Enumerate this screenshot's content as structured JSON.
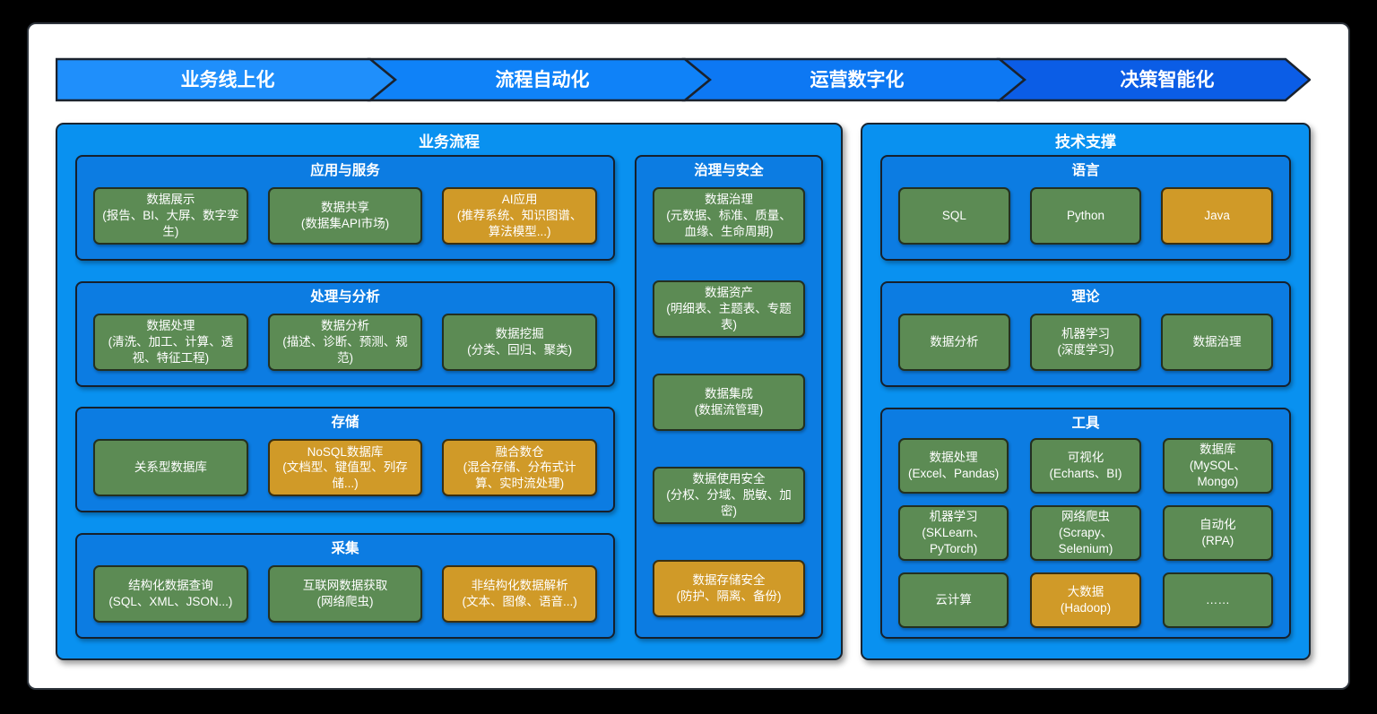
{
  "banner": {
    "stages": [
      {
        "label": "业务线上化"
      },
      {
        "label": "流程自动化"
      },
      {
        "label": "运营数字化"
      },
      {
        "label": "决策智能化"
      }
    ]
  },
  "colors": {
    "chevron": [
      "#1f8ffb",
      "#0f82f8",
      "#0d78f3",
      "#0b5de6"
    ],
    "panel_blue": "#0991f0",
    "section_blue": "#0c7ce2",
    "box_green": "#5c8b54",
    "box_orange": "#d09a28"
  },
  "left": {
    "title": "业务流程",
    "sections": [
      {
        "title": "应用与服务",
        "items": [
          {
            "title": "数据展示",
            "sub": "(报告、BI、大屏、数字孪生)"
          },
          {
            "title": "数据共享",
            "sub": "(数据集API市场)"
          },
          {
            "title": "AI应用",
            "sub": "(推荐系统、知识图谱、算法模型...)"
          }
        ]
      },
      {
        "title": "处理与分析",
        "items": [
          {
            "title": "数据处理",
            "sub": "(清洗、加工、计算、透视、特征工程)"
          },
          {
            "title": "数据分析",
            "sub": "(描述、诊断、预测、规范)"
          },
          {
            "title": "数据挖掘",
            "sub": "(分类、回归、聚类)"
          }
        ]
      },
      {
        "title": "存储",
        "items": [
          {
            "title": "关系型数据库"
          },
          {
            "title": "NoSQL数据库",
            "sub": "(文档型、键值型、列存储...)"
          },
          {
            "title": "融合数仓",
            "sub": "(混合存储、分布式计算、实时流处理)"
          }
        ]
      },
      {
        "title": "采集",
        "items": [
          {
            "title": "结构化数据查询",
            "sub": "(SQL、XML、JSON...)"
          },
          {
            "title": "互联网数据获取",
            "sub": "(网络爬虫)"
          },
          {
            "title": "非结构化数据解析",
            "sub": "(文本、图像、语音...)"
          }
        ]
      }
    ],
    "gov": {
      "title": "治理与安全",
      "items": [
        {
          "title": "数据治理",
          "sub": "(元数据、标准、质量、血缘、生命周期)"
        },
        {
          "title": "数据资产",
          "sub": "(明细表、主题表、专题表)"
        },
        {
          "title": "数据集成",
          "sub": "(数据流管理)"
        },
        {
          "title": "数据使用安全",
          "sub": "(分权、分域、脱敏、加密)"
        },
        {
          "title": "数据存储安全",
          "sub": "(防护、隔离、备份)"
        }
      ]
    }
  },
  "right": {
    "title": "技术支撑",
    "sections": [
      {
        "title": "语言",
        "items": [
          {
            "title": "SQL"
          },
          {
            "title": "Python"
          },
          {
            "title": "Java"
          }
        ]
      },
      {
        "title": "理论",
        "items": [
          {
            "title": "数据分析"
          },
          {
            "title": "机器学习",
            "sub": "(深度学习)"
          },
          {
            "title": "数据治理"
          }
        ]
      },
      {
        "title": "工具",
        "items": [
          {
            "title": "数据处理",
            "sub": "(Excel、Pandas)"
          },
          {
            "title": "可视化",
            "sub": "(Echarts、BI)"
          },
          {
            "title": "数据库",
            "sub": "(MySQL、Mongo)"
          },
          {
            "title": "机器学习",
            "sub": "(SKLearn、PyTorch)"
          },
          {
            "title": "网络爬虫",
            "sub": "(Scrapy、Selenium)"
          },
          {
            "title": "自动化",
            "sub": "(RPA)"
          },
          {
            "title": "云计算"
          },
          {
            "title": "大数据",
            "sub": "(Hadoop)"
          },
          {
            "title": "……"
          }
        ]
      }
    ]
  }
}
